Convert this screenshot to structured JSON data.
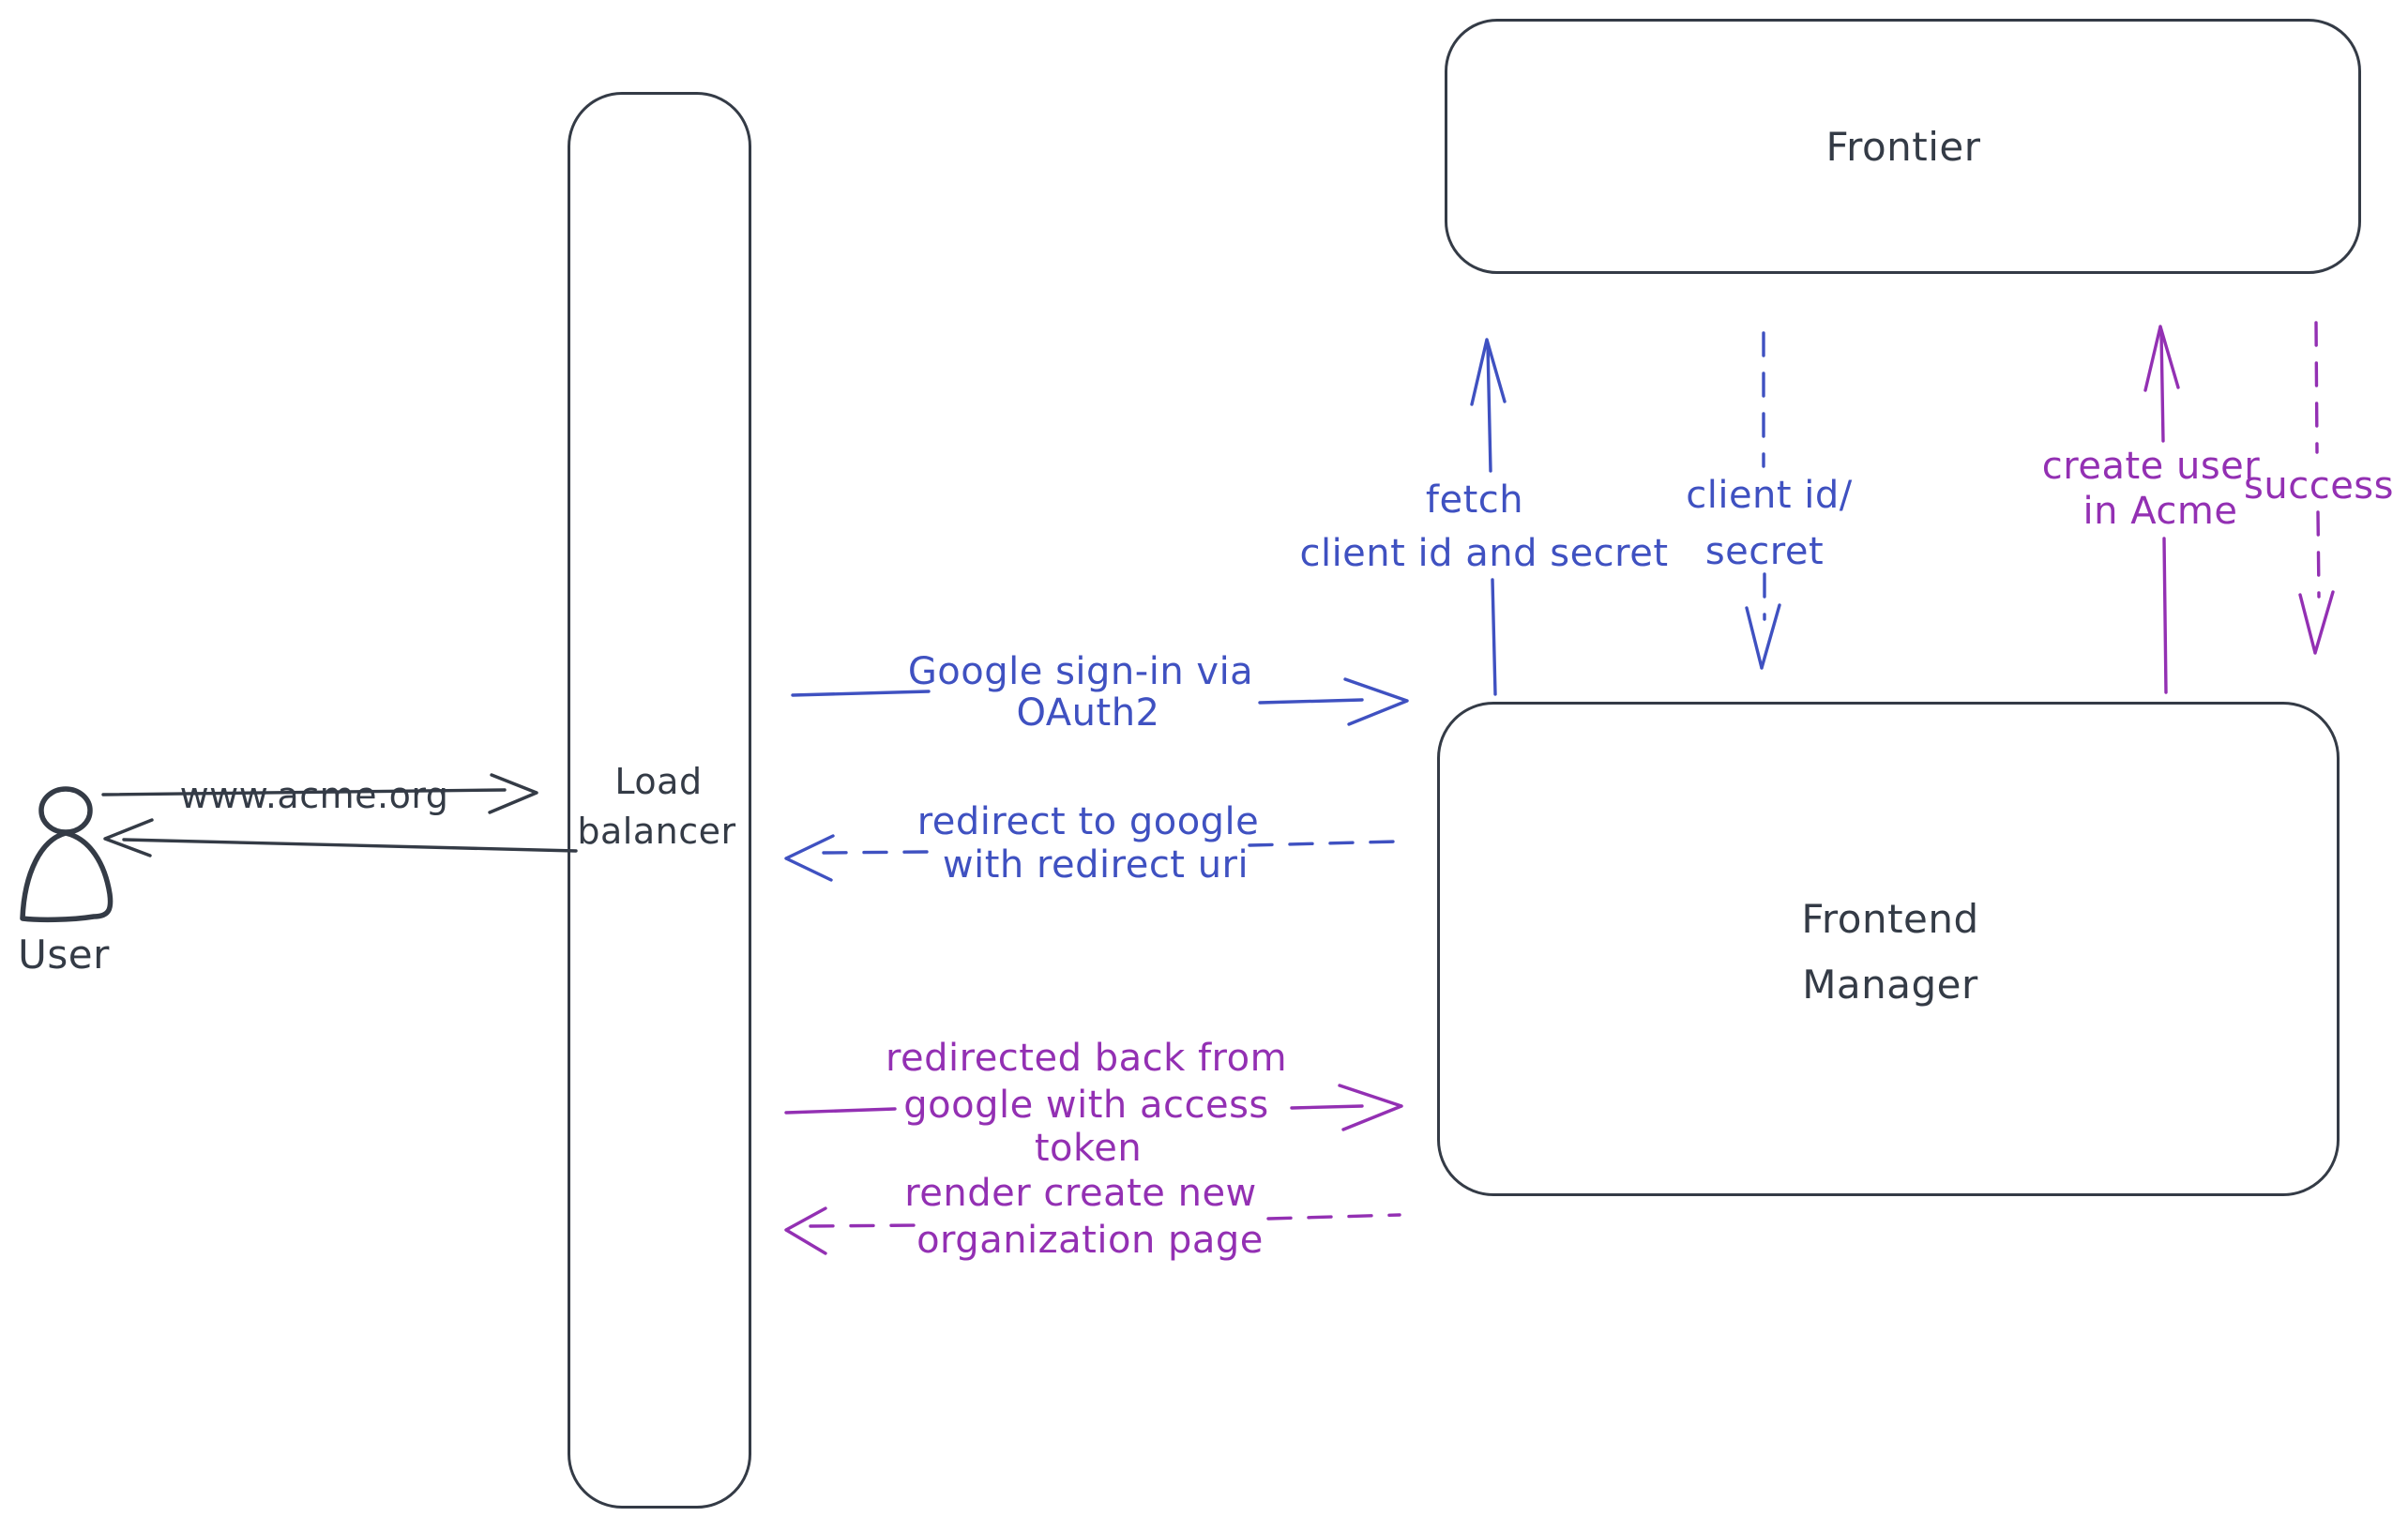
{
  "diagram_type": "sequence-architecture-sketch",
  "colors": {
    "ink": "#343b46",
    "blue": "#3f51c1",
    "purple": "#9330b3",
    "hatch": "#ccd6e2",
    "background": "#ffffff"
  },
  "nodes": {
    "user": {
      "label": "User",
      "icon": "person-icon"
    },
    "load_balancer": {
      "lines": [
        "Load",
        "balancer"
      ]
    },
    "frontier": {
      "label": "Frontier"
    },
    "frontend_manager": {
      "lines": [
        "Frontend",
        "Manager"
      ]
    }
  },
  "flows": {
    "www_request": {
      "label": "www.acme.org",
      "from": "user",
      "to": "load_balancer",
      "style": "solid",
      "direction": "right",
      "color": "ink"
    },
    "www_response": {
      "label": "",
      "from": "load_balancer",
      "to": "user",
      "style": "solid",
      "direction": "left",
      "color": "ink"
    },
    "google_signin": {
      "lines": [
        "Google sign-in via",
        "OAuth2"
      ],
      "from": "load_balancer",
      "to": "frontend_manager",
      "style": "solid",
      "direction": "right",
      "color": "blue"
    },
    "redirect_google": {
      "lines": [
        "redirect to google",
        "with redirect uri"
      ],
      "from": "frontend_manager",
      "to": "load_balancer",
      "style": "dashed",
      "direction": "left",
      "color": "blue"
    },
    "redirected_back": {
      "lines": [
        "redirected back from",
        "google with access",
        "token"
      ],
      "from": "load_balancer",
      "to": "frontend_manager",
      "style": "solid",
      "direction": "right",
      "color": "purple"
    },
    "render_page": {
      "lines": [
        "render create new",
        "organization page"
      ],
      "from": "frontend_manager",
      "to": "load_balancer",
      "style": "dashed",
      "direction": "left",
      "color": "purple"
    },
    "fetch_secret": {
      "lines": [
        "fetch",
        "client id and secret"
      ],
      "from": "frontend_manager",
      "to": "frontier",
      "style": "solid",
      "direction": "up",
      "color": "blue"
    },
    "client_id_secret": {
      "lines": [
        "client id/",
        "secret"
      ],
      "from": "frontier",
      "to": "frontend_manager",
      "style": "dashed",
      "direction": "down",
      "color": "blue"
    },
    "create_user": {
      "lines": [
        "create user",
        "in Acme"
      ],
      "from": "frontend_manager",
      "to": "frontier",
      "style": "solid",
      "direction": "up",
      "color": "purple"
    },
    "success": {
      "label": "success",
      "from": "frontier",
      "to": "frontend_manager",
      "style": "dashed",
      "direction": "down",
      "color": "purple"
    }
  }
}
